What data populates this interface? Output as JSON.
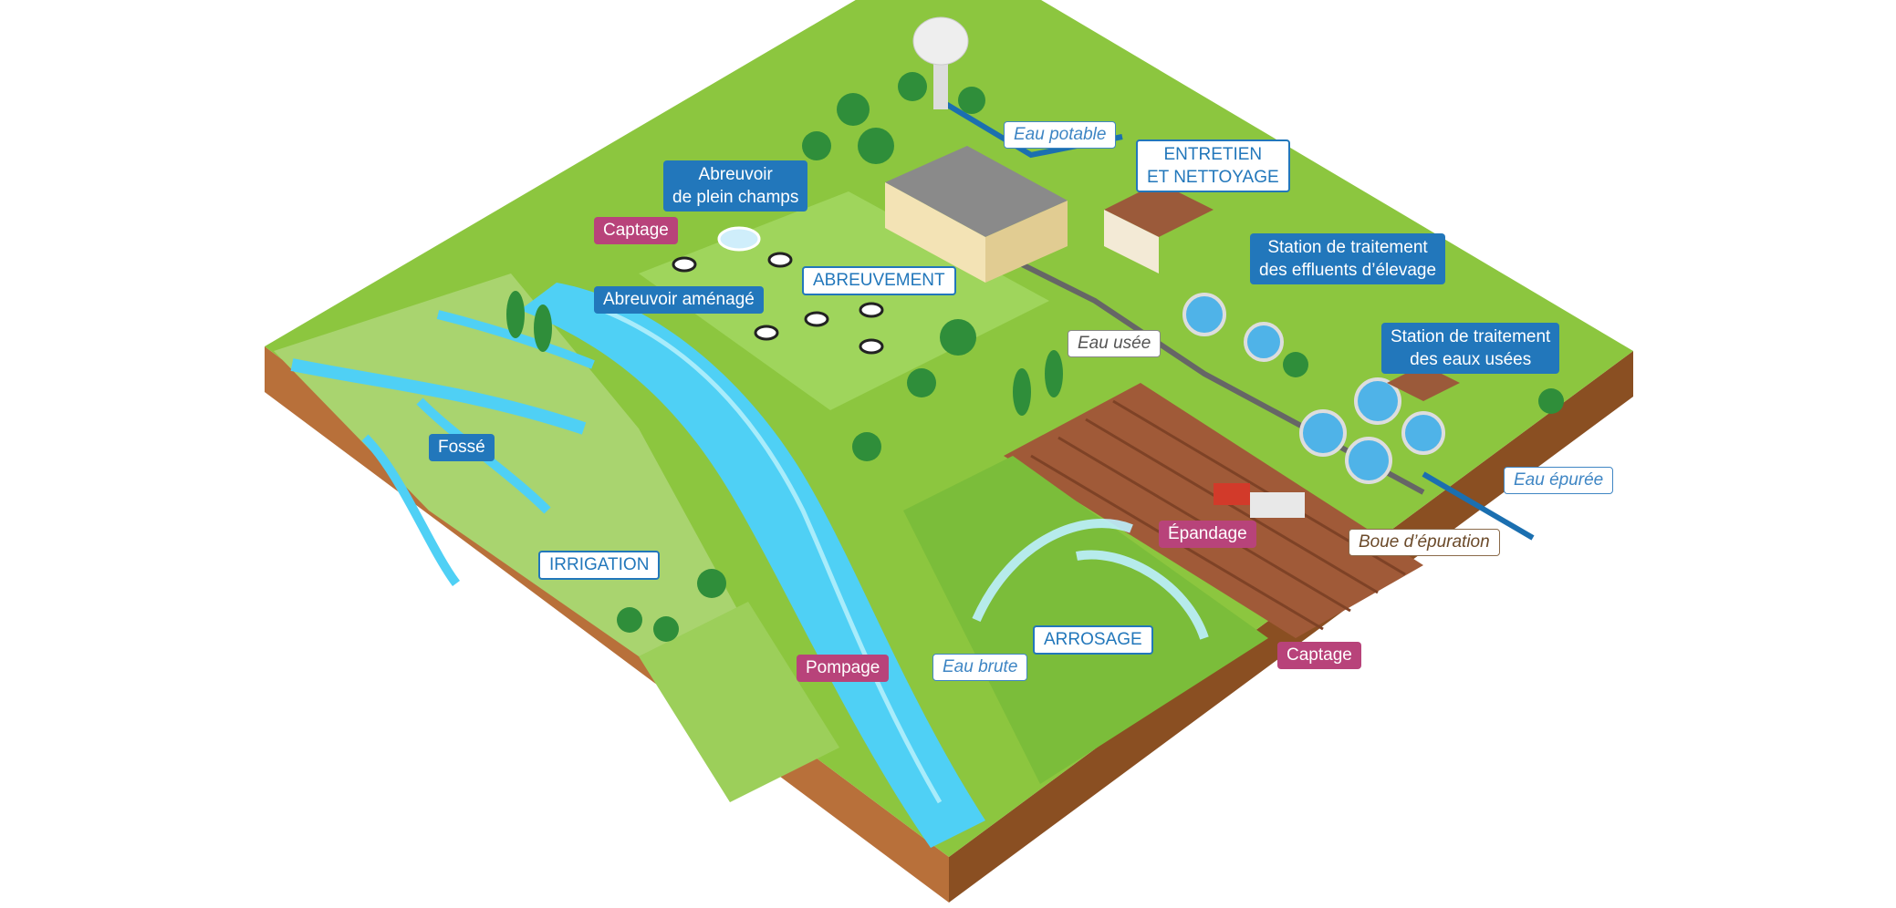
{
  "labels": {
    "eau_potable": "Eau potable",
    "entretien": [
      "ENTRETIEN",
      "ET NETTOYAGE"
    ],
    "abreuvoir_plein": [
      "Abreuvoir",
      "de plein champs"
    ],
    "captage_top": "Captage",
    "abreuvoir_amenage": "Abreuvoir aménagé",
    "abreuvement": "ABREUVEMENT",
    "station_elevage": [
      "Station de traitement",
      "des effluents d’élevage"
    ],
    "eau_usee": "Eau usée",
    "station_usees": [
      "Station de traitement",
      "des eaux usées"
    ],
    "fosse": "Fossé",
    "eau_epuree": "Eau épurée",
    "epandage": "Épandage",
    "boue": "Boue d’épuration",
    "irrigation": "IRRIGATION",
    "arrosage": "ARROSAGE",
    "captage_bottom": "Captage",
    "pompage": "Pompage",
    "eau_brute": "Eau brute"
  },
  "colors": {
    "grass": "#8cc63f",
    "grass_dark": "#6aa832",
    "soil": "#b8703a",
    "soil_dark": "#8a4f22",
    "river": "#4fd0f5",
    "river_light": "#a8ecfb",
    "label_blue": "#2277bb",
    "label_pink": "#b8437a",
    "field_brown": "#a05a38",
    "tree": "#2f8e3a"
  }
}
